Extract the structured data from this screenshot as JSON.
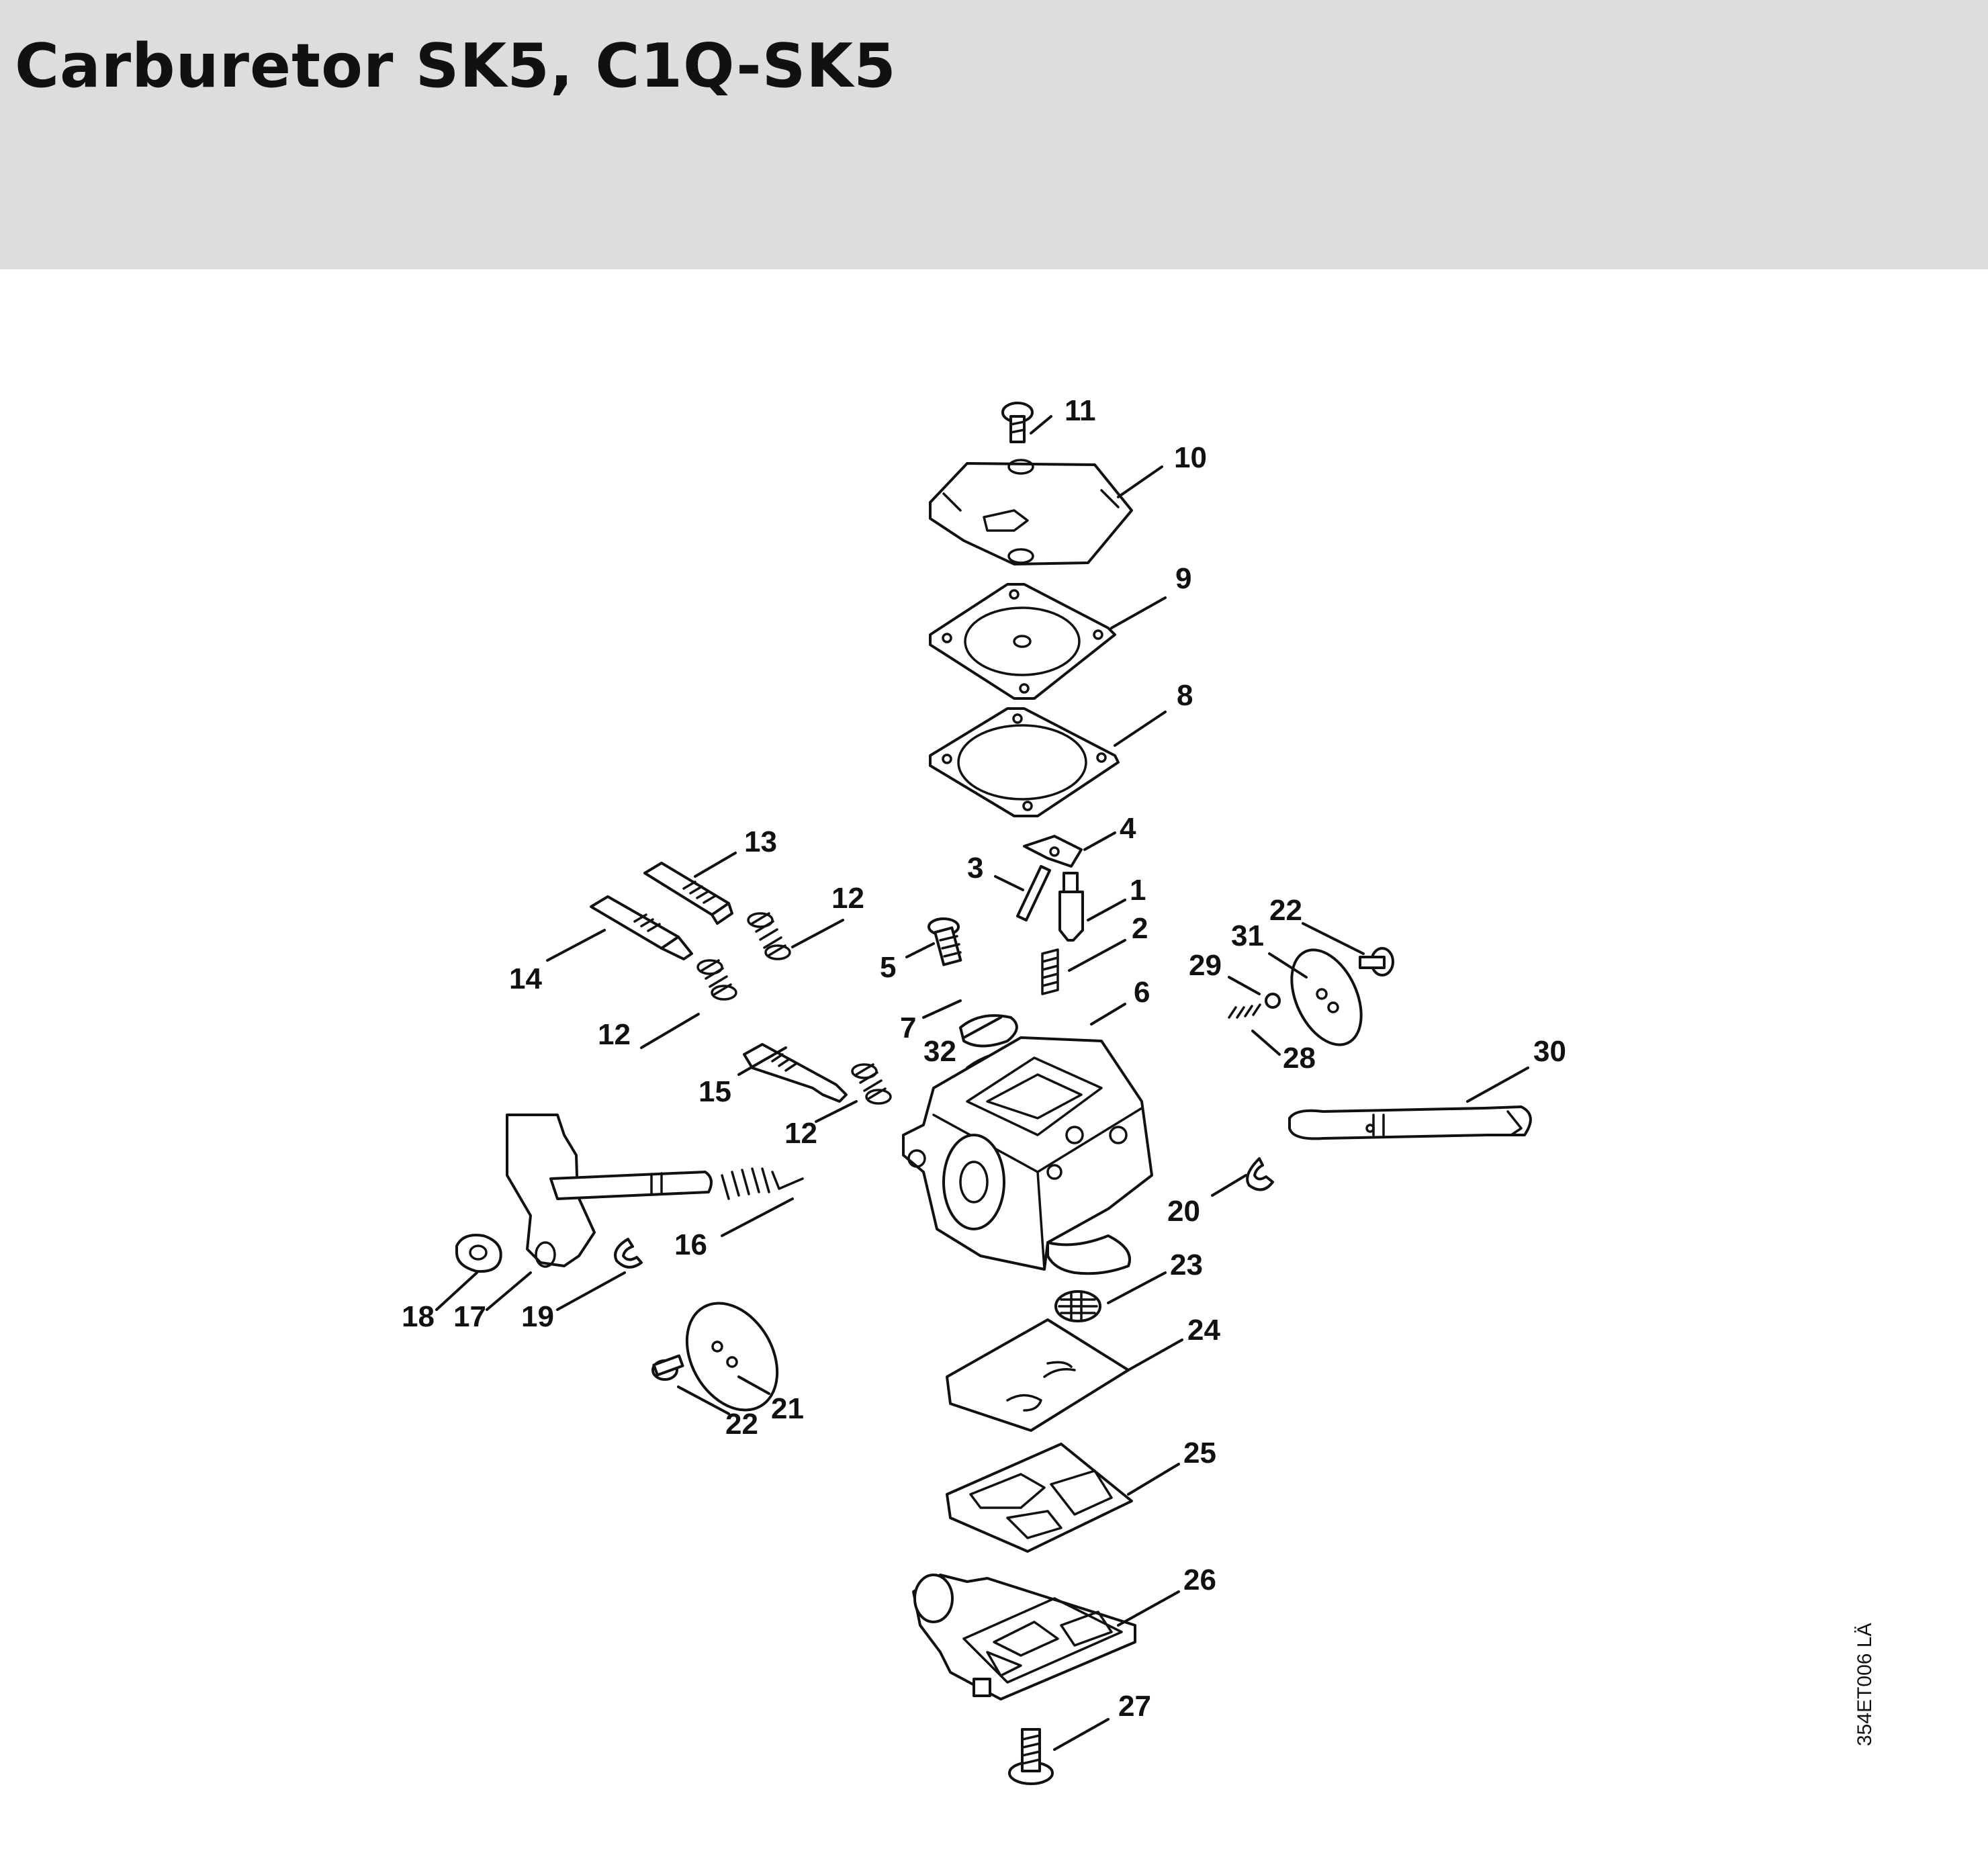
{
  "header": {
    "title": "Carburetor SK5, C1Q-SK5"
  },
  "drawing_ref": "354ET006 LÄ",
  "colors": {
    "header_bg": "#dcdddc",
    "ink": "#111111",
    "paper": "#ffffff"
  },
  "callouts": [
    "11",
    "10",
    "9",
    "8",
    "13",
    "4",
    "3",
    "1",
    "12",
    "2",
    "14",
    "5",
    "22",
    "31",
    "29",
    "12",
    "7",
    "6",
    "32",
    "28",
    "30",
    "15",
    "12",
    "20",
    "16",
    "23",
    "18",
    "17",
    "19",
    "24",
    "21",
    "22",
    "25",
    "26",
    "27"
  ]
}
